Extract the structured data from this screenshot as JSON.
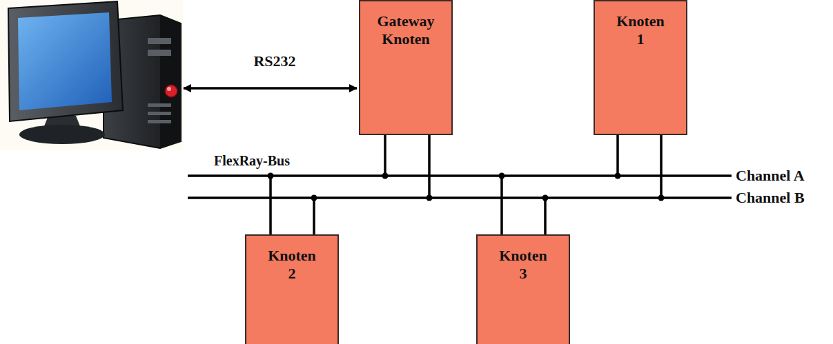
{
  "diagram": {
    "nodes": [
      {
        "text": [
          "Gateway Knoten"
        ]
      },
      {
        "text": [
          "Knoten 1"
        ]
      },
      {
        "text": [
          "Knoten 2"
        ]
      },
      {
        "text": [
          "Knoten 3"
        ]
      }
    ],
    "labels": [
      "RS232",
      "FlexRay-Bus",
      "Channel A",
      "Channel B"
    ]
  }
}
